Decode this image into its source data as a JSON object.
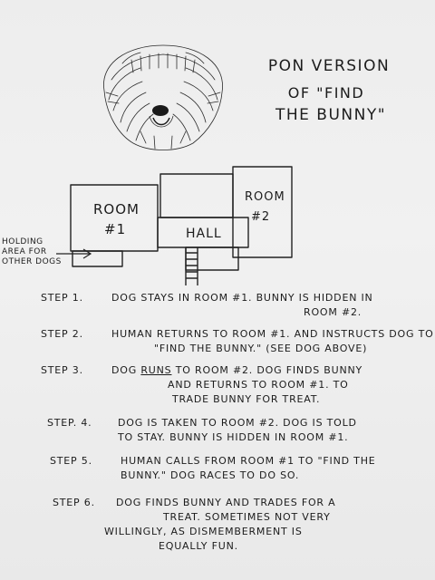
{
  "title": {
    "line1": "PON VERSION",
    "line2": "OF \"FIND",
    "line3": "THE BUNNY\""
  },
  "floor_plan": {
    "room1": "ROOM",
    "room1_num": "#1",
    "room2": "ROOM",
    "room2_num": "#2",
    "hall": "HALL",
    "holding_line1": "HOLDING",
    "holding_line2": "AREA FOR",
    "holding_line3": "OTHER DOGS"
  },
  "steps": [
    {
      "label": "STEP 1.",
      "line1": "DOG STAYS IN ROOM #1.  BUNNY IS HIDDEN IN",
      "line2": "ROOM #2."
    },
    {
      "label": "STEP 2.",
      "line1": "HUMAN RETURNS TO ROOM #1. AND INSTRUCTS DOG TO",
      "line2": "\"FIND THE BUNNY.\" (SEE DOG ABOVE)"
    },
    {
      "label": "STEP 3.",
      "line1a": "DOG ",
      "line1_ul": "RUNS",
      "line1b": " TO ROOM #2. DOG FINDS BUNNY",
      "line2": "AND RETURNS TO ROOM #1. TO",
      "line3": "TRADE BUNNY FOR TREAT."
    },
    {
      "label": "STEP. 4.",
      "line1": "DOG IS TAKEN TO ROOM #2. DOG IS TOLD",
      "line2": "TO STAY.  BUNNY IS HIDDEN IN ROOM #1."
    },
    {
      "label": "STEP 5.",
      "line1": "HUMAN CALLS FROM ROOM #1 TO \"FIND THE",
      "line2": "BUNNY.\" DOG RACES TO DO SO."
    },
    {
      "label": "STEP 6.",
      "line1": "DOG FINDS BUNNY AND TRADES FOR A",
      "line2": "TREAT. SOMETIMES NOT VERY",
      "line3": "WILLINGLY, AS DISMEMBERMENT IS",
      "line4": "EQUALLY FUN."
    }
  ]
}
